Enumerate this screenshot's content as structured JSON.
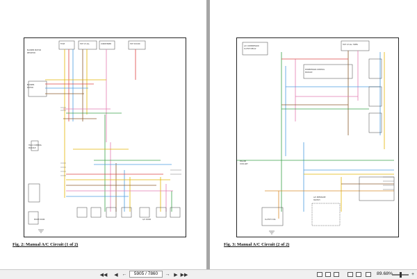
{
  "pages": [
    {
      "caption": "Fig. 2: Manual A/C Circuit (1 of 2)"
    },
    {
      "caption": "Fig. 3: Manual A/C Circuit (2 of 2)"
    }
  ],
  "toolbar": {
    "page_display": "5905 / 7860",
    "zoom": "89.68%"
  },
  "icons": [
    "first-page-icon",
    "prev-page-icon",
    "next-page-icon",
    "last-page-icon",
    "back-icon",
    "forward-icon",
    "single-page-icon",
    "two-page-icon",
    "scroll-icon",
    "fit-width-icon",
    "fit-page-icon",
    "zoom-out-icon",
    "zoom-in-icon"
  ]
}
